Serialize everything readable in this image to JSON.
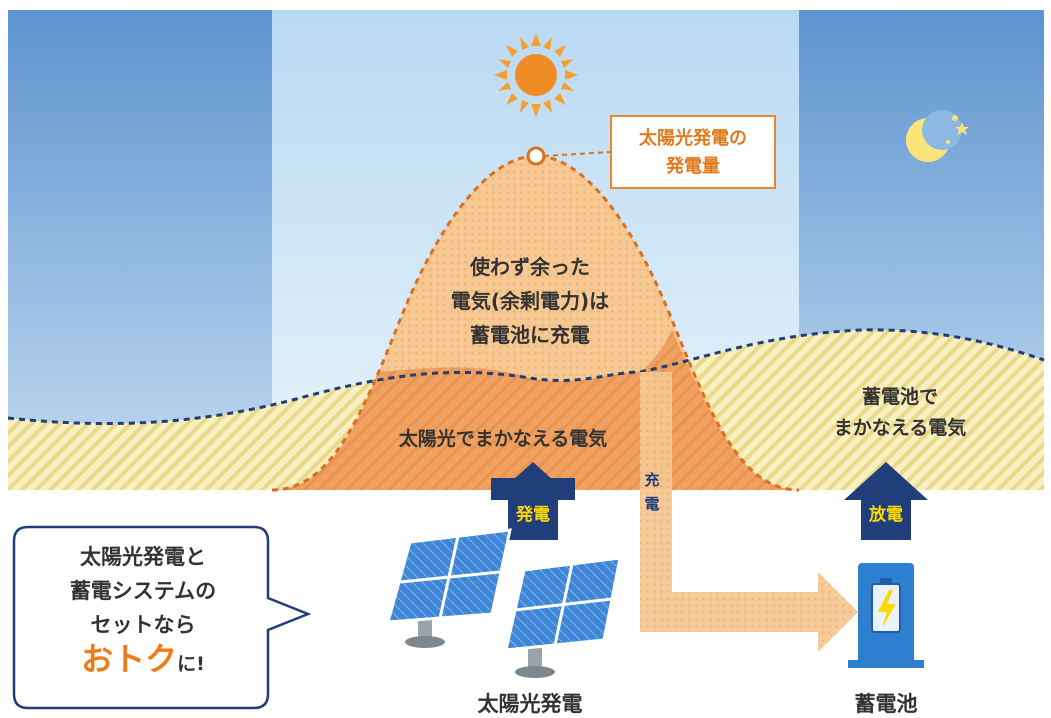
{
  "colors": {
    "night_sky": "#6b9fd4",
    "day_sky": "#cfe5f7",
    "solar_fill": "#f0a060",
    "surplus_fill": "#f7cfa0",
    "demand_stripe": "#f6eeb4",
    "panel_blue": "#3b7fcf",
    "arrow_navy": "#1f3e7a",
    "accent_orange": "#ef7a18",
    "battery_blue": "#2f7fd0",
    "bolt_yellow": "#ffd800"
  },
  "icons": [
    "sun-icon",
    "moon-icon",
    "solar-panel-icon",
    "battery-icon"
  ],
  "callout": {
    "line1": "太陽光発電の",
    "line2": "発電量"
  },
  "surplus_text": {
    "line1": "使わず余った",
    "line2": "電気(余剰電力)は",
    "line3": "蓄電池に充電"
  },
  "solar_covered": "太陽光でまかなえる電気",
  "battery_covered": {
    "line1": "蓄電池で",
    "line2": "まかなえる電気"
  },
  "arrows": {
    "generation": "発電",
    "charge_1": "充",
    "charge_2": "電",
    "discharge": "放電"
  },
  "bottom_labels": {
    "solar": "太陽光発電",
    "battery": "蓄電池"
  },
  "bubble": {
    "line1": "太陽光発電と",
    "line2": "蓄電システムの",
    "line3": "セットなら",
    "highlight": "おトク",
    "suffix": "に!"
  }
}
